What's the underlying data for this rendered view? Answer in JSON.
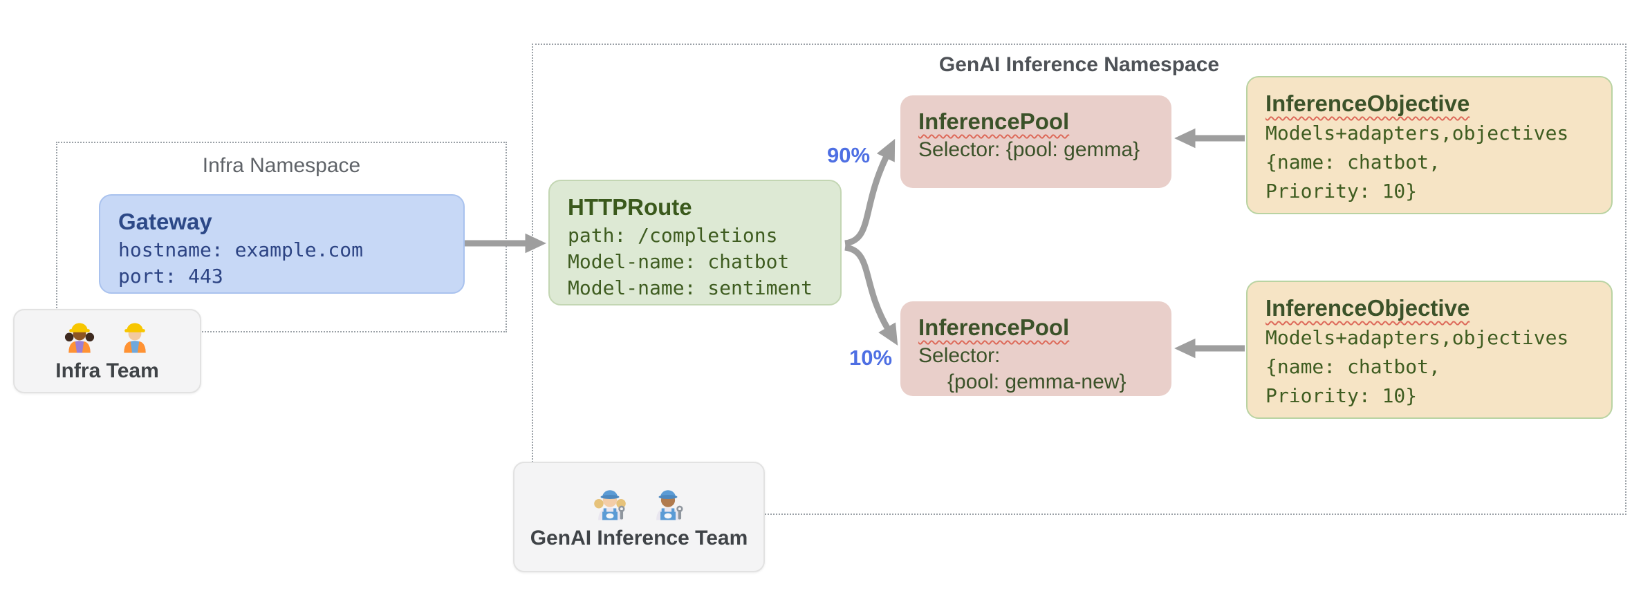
{
  "diagram": {
    "infra_namespace": {
      "title": "Infra Namespace"
    },
    "genai_namespace": {
      "title": "GenAI Inference Namespace"
    },
    "gateway": {
      "title": "Gateway",
      "lines": [
        "hostname: example.com",
        "port: 443"
      ]
    },
    "httproute": {
      "title": "HTTPRoute",
      "lines": [
        "path: /completions",
        "Model-name: chatbot",
        "Model-name: sentiment"
      ]
    },
    "pools": [
      {
        "title": "InferencePool",
        "lines": [
          "Selector: {pool: gemma}"
        ]
      },
      {
        "title": "InferencePool",
        "lines": [
          "Selector:",
          "{pool: gemma-new}"
        ]
      }
    ],
    "objectives": [
      {
        "title": "InferenceObjective",
        "lines": [
          "Models+adapters,objectives",
          "{name: chatbot,",
          "Priority: 10}"
        ]
      },
      {
        "title": "InferenceObjective",
        "lines": [
          "Models+adapters,objectives",
          "{name: chatbot,",
          "Priority: 10}"
        ]
      }
    ],
    "edges": {
      "top_weight": "90%",
      "bottom_weight": "10%"
    },
    "teams": {
      "infra": {
        "label": "Infra Team",
        "icons": [
          "woman-construction-worker",
          "man-construction-worker"
        ]
      },
      "genai": {
        "label": "GenAI Inference Team",
        "icons": [
          "woman-mechanic",
          "man-mechanic"
        ]
      }
    },
    "colors": {
      "gateway_fill": "#c7d8f6",
      "httproute_fill": "#dde9d4",
      "pool_fill": "#e9cfca",
      "objective_fill": "#f6e4c5",
      "arrow_gray": "#9e9e9e",
      "weight_blue": "#4e6fe3",
      "squiggle_red": "#dd6a5a"
    }
  }
}
